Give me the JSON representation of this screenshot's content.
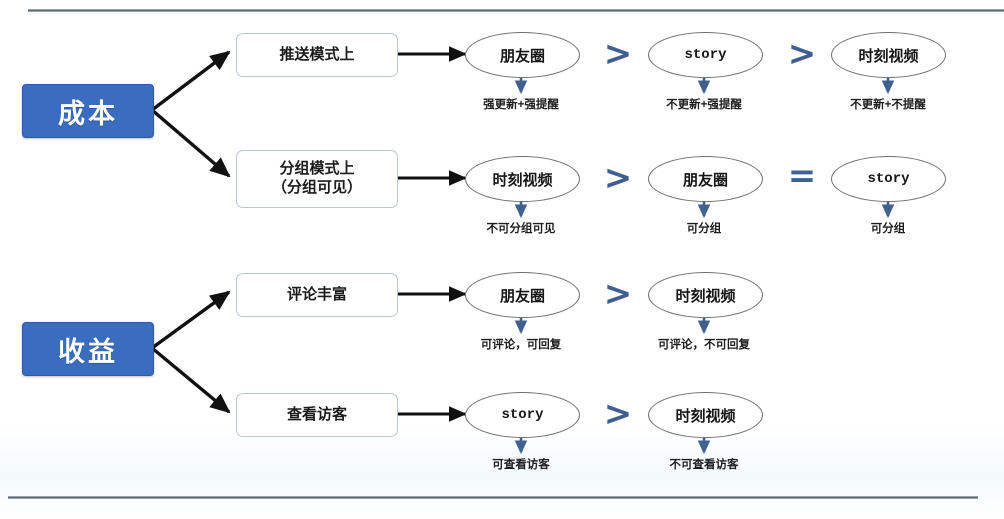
{
  "diagram": {
    "title_hidden": "",
    "colors": {
      "root_fill": "#3a6cc0",
      "root_text": "#ffffff",
      "branch_border": "#b9c6d4",
      "ellipse_stroke": "#6f6f6f",
      "operator": "#3f5f92",
      "connector": "#111111",
      "caption_arrow": "#40618f",
      "rule": "#5b6b75"
    },
    "roots": [
      {
        "id": "cost",
        "label": "成本"
      },
      {
        "id": "benefit",
        "label": "收益"
      }
    ],
    "branches": [
      {
        "id": "push-mode",
        "label": "推送模式上"
      },
      {
        "id": "group-mode",
        "label": "分组模式上\n（分组可见）",
        "line1": "分组模式上",
        "line2": "（分组可见）"
      },
      {
        "id": "rich-comment",
        "label": "评论丰富"
      },
      {
        "id": "view-visitor",
        "label": "查看访客"
      }
    ],
    "rows": [
      {
        "id": "row-push-mode",
        "parent": "cost",
        "branch": "推送模式上",
        "items": [
          {
            "name": "朋友圈",
            "style": "cjk",
            "caption": "强更新+强提醒"
          },
          {
            "name": "story",
            "style": "mono",
            "caption": "不更新+强提醒"
          },
          {
            "name": "时刻视频",
            "style": "cjk",
            "caption": "不更新+不提醒"
          }
        ],
        "operators": [
          ">",
          ">"
        ]
      },
      {
        "id": "row-group-mode",
        "parent": "cost",
        "branch": "分组模式上（分组可见）",
        "items": [
          {
            "name": "时刻视频",
            "style": "cjk",
            "caption": "不可分组可见"
          },
          {
            "name": "朋友圈",
            "style": "cjk",
            "caption": "可分组"
          },
          {
            "name": "story",
            "style": "mono",
            "caption": "可分组"
          }
        ],
        "operators": [
          ">",
          "="
        ]
      },
      {
        "id": "row-rich-comment",
        "parent": "benefit",
        "branch": "评论丰富",
        "items": [
          {
            "name": "朋友圈",
            "style": "cjk",
            "caption": "可评论，可回复"
          },
          {
            "name": "时刻视频",
            "style": "cjk",
            "caption": "可评论，不可回复"
          }
        ],
        "operators": [
          ">"
        ]
      },
      {
        "id": "row-view-visitor",
        "parent": "benefit",
        "branch": "查看访客",
        "items": [
          {
            "name": "story",
            "style": "mono",
            "caption": "可查看访客"
          },
          {
            "name": "时刻视频",
            "style": "cjk",
            "caption": "不可查看访客"
          }
        ],
        "operators": [
          ">"
        ]
      }
    ]
  }
}
